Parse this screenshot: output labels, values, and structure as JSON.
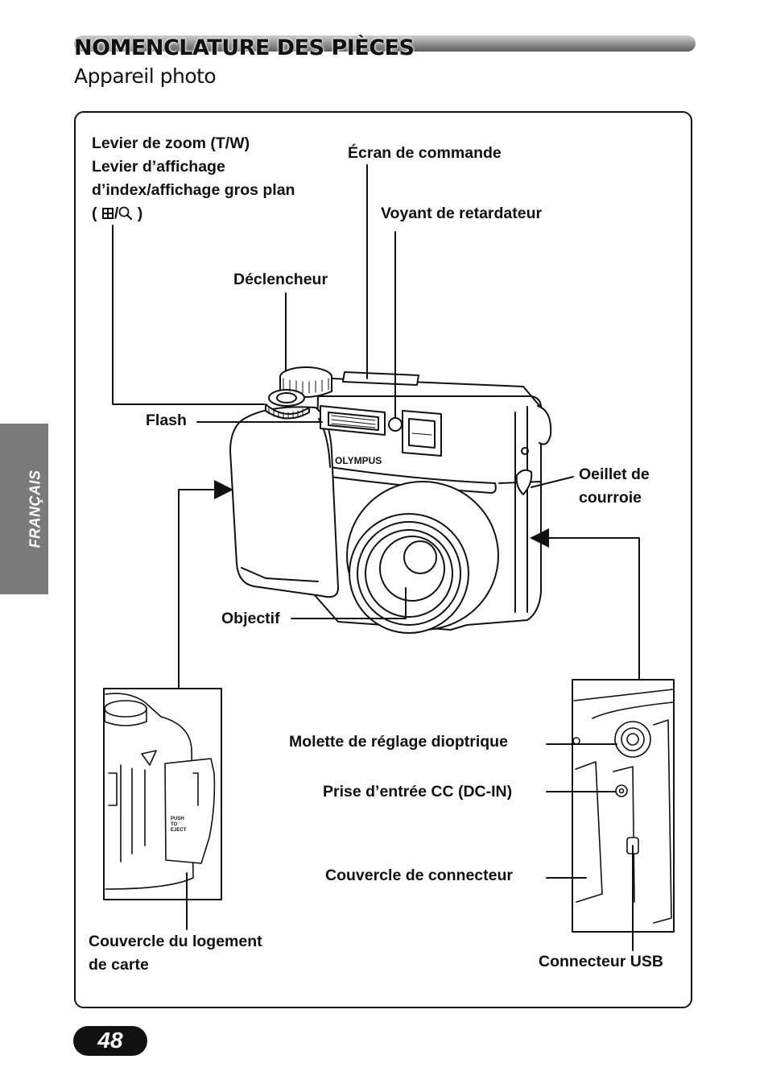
{
  "header": {
    "title": "NOMENCLATURE DES PIÈCES",
    "subtitle": "Appareil photo"
  },
  "side_tab": {
    "label": "FRANÇAIS"
  },
  "labels": {
    "zoom_lever_line1": "Levier de zoom (T/W)",
    "zoom_lever_line2": "Levier d’affichage",
    "zoom_lever_line3": "d’index/affichage gros plan",
    "zoom_lever_open": "(",
    "zoom_lever_slash": "/",
    "zoom_lever_close": ")",
    "control_panel": "Écran de commande",
    "self_timer_lamp": "Voyant de retardateur",
    "shutter_button": "Déclencheur",
    "flash": "Flash",
    "strap_eyelet_line1": "Oeillet de",
    "strap_eyelet_line2": "courroie",
    "lens": "Objectif",
    "diopter_dial": "Molette de réglage dioptrique",
    "dc_in_jack": "Prise d’entrée CC (DC-IN)",
    "connector_cover": "Couvercle de connecteur",
    "card_cover_line1": "Couvercle du logement",
    "card_cover_line2": "de carte",
    "usb_connector": "Connecteur USB"
  },
  "camera": {
    "brand": "OLYMPUS",
    "card_door_text_line1": "PUSH",
    "card_door_text_line2": "TO",
    "card_door_text_line3": "EJECT"
  },
  "icons": {
    "index_display": "index-grid-icon",
    "magnify": "magnifier-icon"
  },
  "page": {
    "number": "48"
  }
}
